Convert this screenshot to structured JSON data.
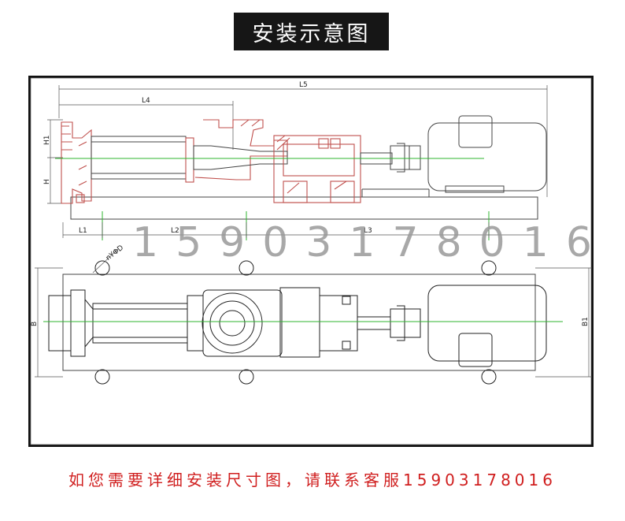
{
  "title": "安装示意图",
  "labels": {
    "L5": "L5",
    "L4": "L4",
    "L1": "L1",
    "L2": "L2",
    "L3": "L3",
    "H1": "H1",
    "H": "H",
    "B": "B",
    "B1": "B1",
    "nPhiD": "nYΦD"
  },
  "watermark": "15903178016",
  "footer": "如您需要详细安装尺寸图，请联系客服15903178016",
  "colors": {
    "pump_body": "#c0504d",
    "centerline": "#2fb52f",
    "dimension": "#333333",
    "outline": "#222222",
    "footer_text": "#d01f1f"
  }
}
